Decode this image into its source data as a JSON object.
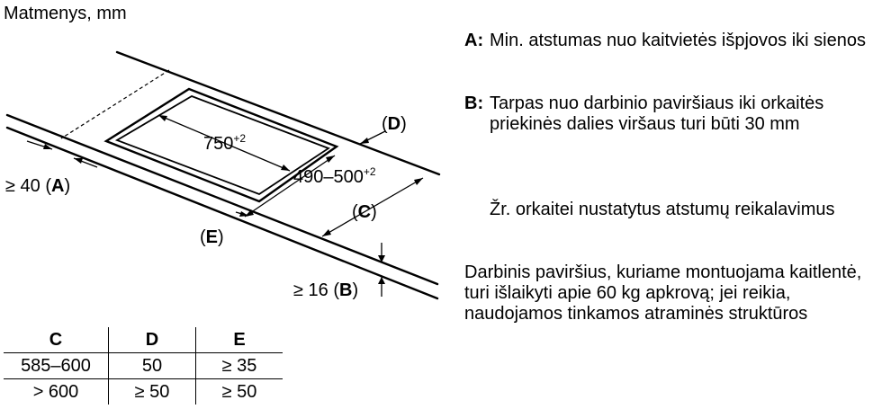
{
  "diagram": {
    "title": "Matmenys, mm",
    "label_width": "750",
    "label_width_tol": "+2",
    "label_depth": "490–500",
    "label_depth_tol": "+2",
    "label_a_prefix": "≥ 40 (",
    "label_a_key": "A",
    "label_a_suffix": ")",
    "label_b_prefix": "≥ 16 (",
    "label_b_key": "B",
    "label_b_suffix": ")",
    "label_c_open": "(",
    "label_c_key": "C",
    "label_c_close": ")",
    "label_d_open": "(",
    "label_d_key": "D",
    "label_d_close": ")",
    "label_e_open": "(",
    "label_e_key": "E",
    "label_e_close": ")"
  },
  "table": {
    "headers": [
      "C",
      "D",
      "E"
    ],
    "rows": [
      [
        "585–600",
        "50",
        "≥ 35"
      ],
      [
        "> 600",
        "≥ 50",
        "≥ 50"
      ]
    ]
  },
  "notes": {
    "a_key": "A:",
    "a_text": "Min. atstumas nuo kaitvietės išpjovos iki sienos",
    "b_key": "B:",
    "b_text": "Tarpas nuo darbinio paviršiaus iki orkaitės priekinės dalies viršaus turi būti 30 mm",
    "oven_text": "Žr. orkaitei nustatytus atstumų reikalavimus",
    "load_text": "Darbinis paviršius, kuriame montuojama kaitlentė, turi išlaikyti apie 60 kg apkrovą; jei reikia, naudojamos tinkamos atraminės struktūros"
  }
}
